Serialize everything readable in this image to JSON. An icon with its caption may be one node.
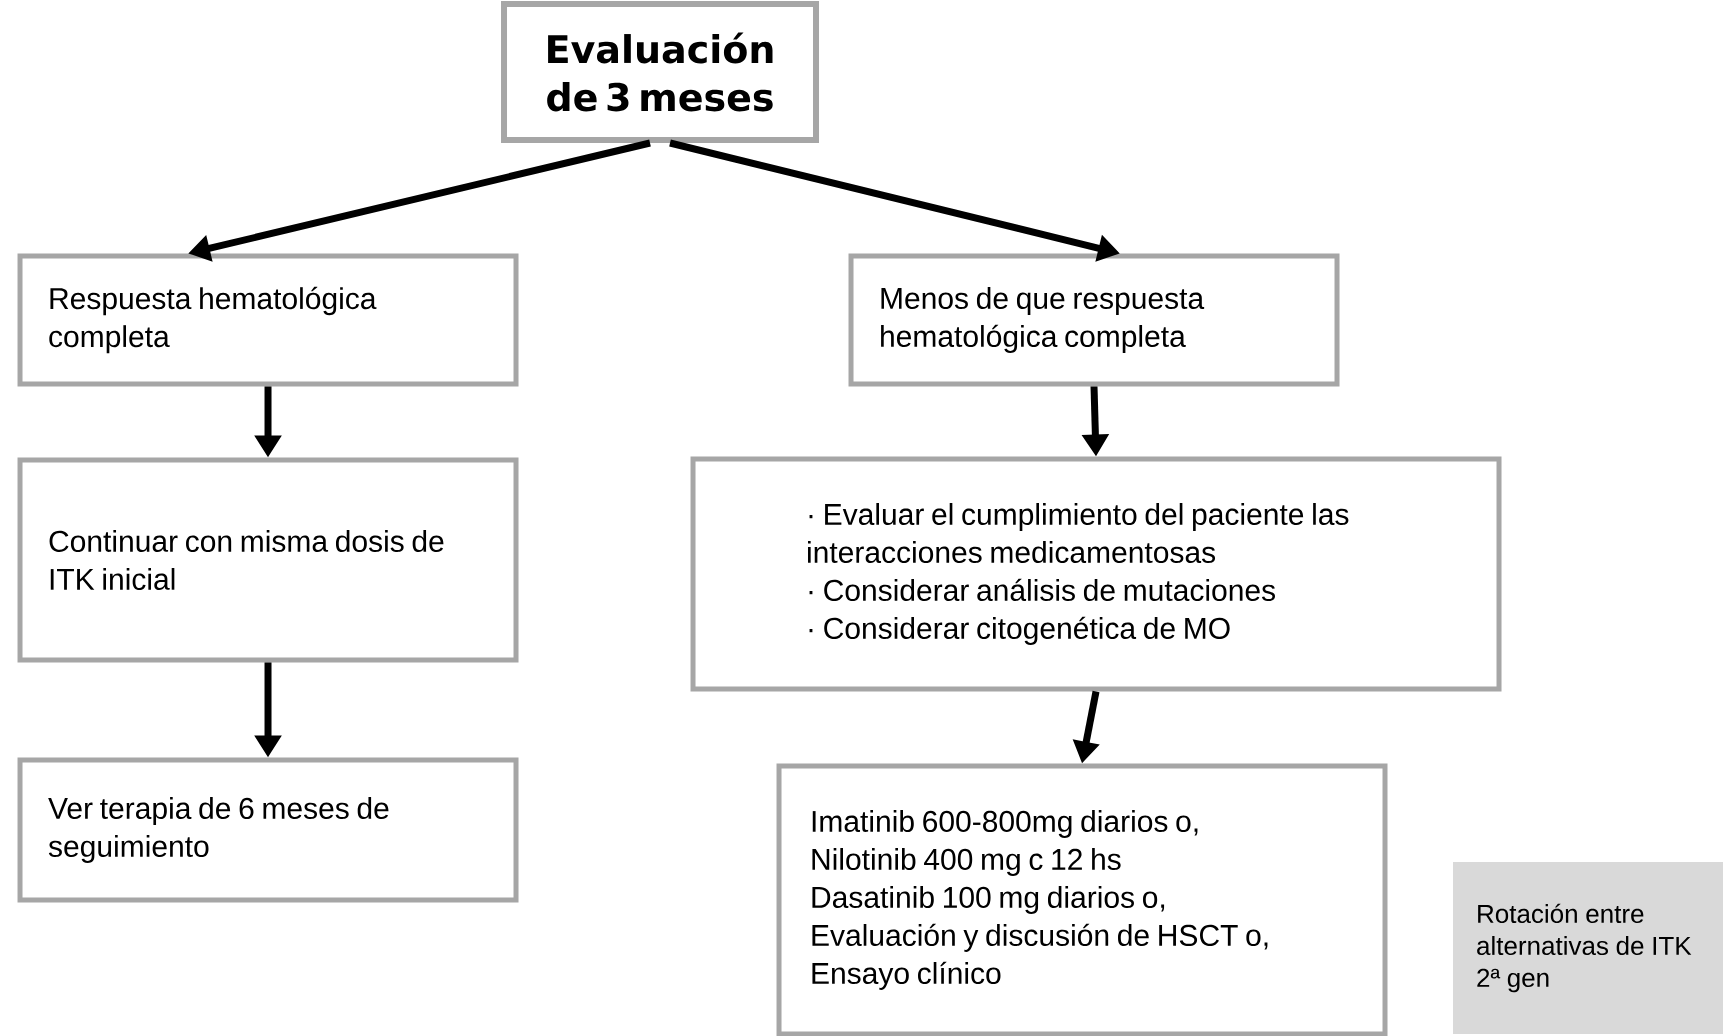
{
  "diagram": {
    "nodes": [
      {
        "text": [
          "Evaluación de 3 meses"
        ]
      },
      {
        "text": [
          "Respuesta hematológica completa"
        ]
      },
      {
        "text": [
          "Menos de que respuesta hematológica completa"
        ]
      },
      {
        "text": [
          "Continuar con misma dosis de ITK inicial"
        ]
      },
      {
        "text": [
          "· Evaluar el cumplimiento del paciente las interacciones medicamentosas",
          "· Considerar análisis de mutaciones",
          "· Considerar citogenética de MO"
        ]
      },
      {
        "text": [
          "Ver terapia de 6 meses de seguimiento"
        ]
      },
      {
        "text": [
          "Imatinib 600-800mg diarios o,",
          "Nilotinib 400 mg c 12 hs",
          "Dasatinib 100 mg diarios o,",
          "Evaluación y discusión de HSCT o,",
          "Ensayo clínico"
        ]
      },
      {
        "text": [
          "Rotación entre alternativas de ITK 2ª gen"
        ]
      }
    ],
    "edges": [
      {
        "from": 0,
        "to": 1,
        "arrow": "to"
      },
      {
        "from": 0,
        "to": 2,
        "arrow": "to"
      },
      {
        "from": 1,
        "to": 3,
        "arrow": "to"
      },
      {
        "from": 3,
        "to": 5,
        "arrow": "to"
      },
      {
        "from": 2,
        "to": 4,
        "arrow": "to"
      },
      {
        "from": 4,
        "to": 6,
        "arrow": "to"
      }
    ]
  }
}
